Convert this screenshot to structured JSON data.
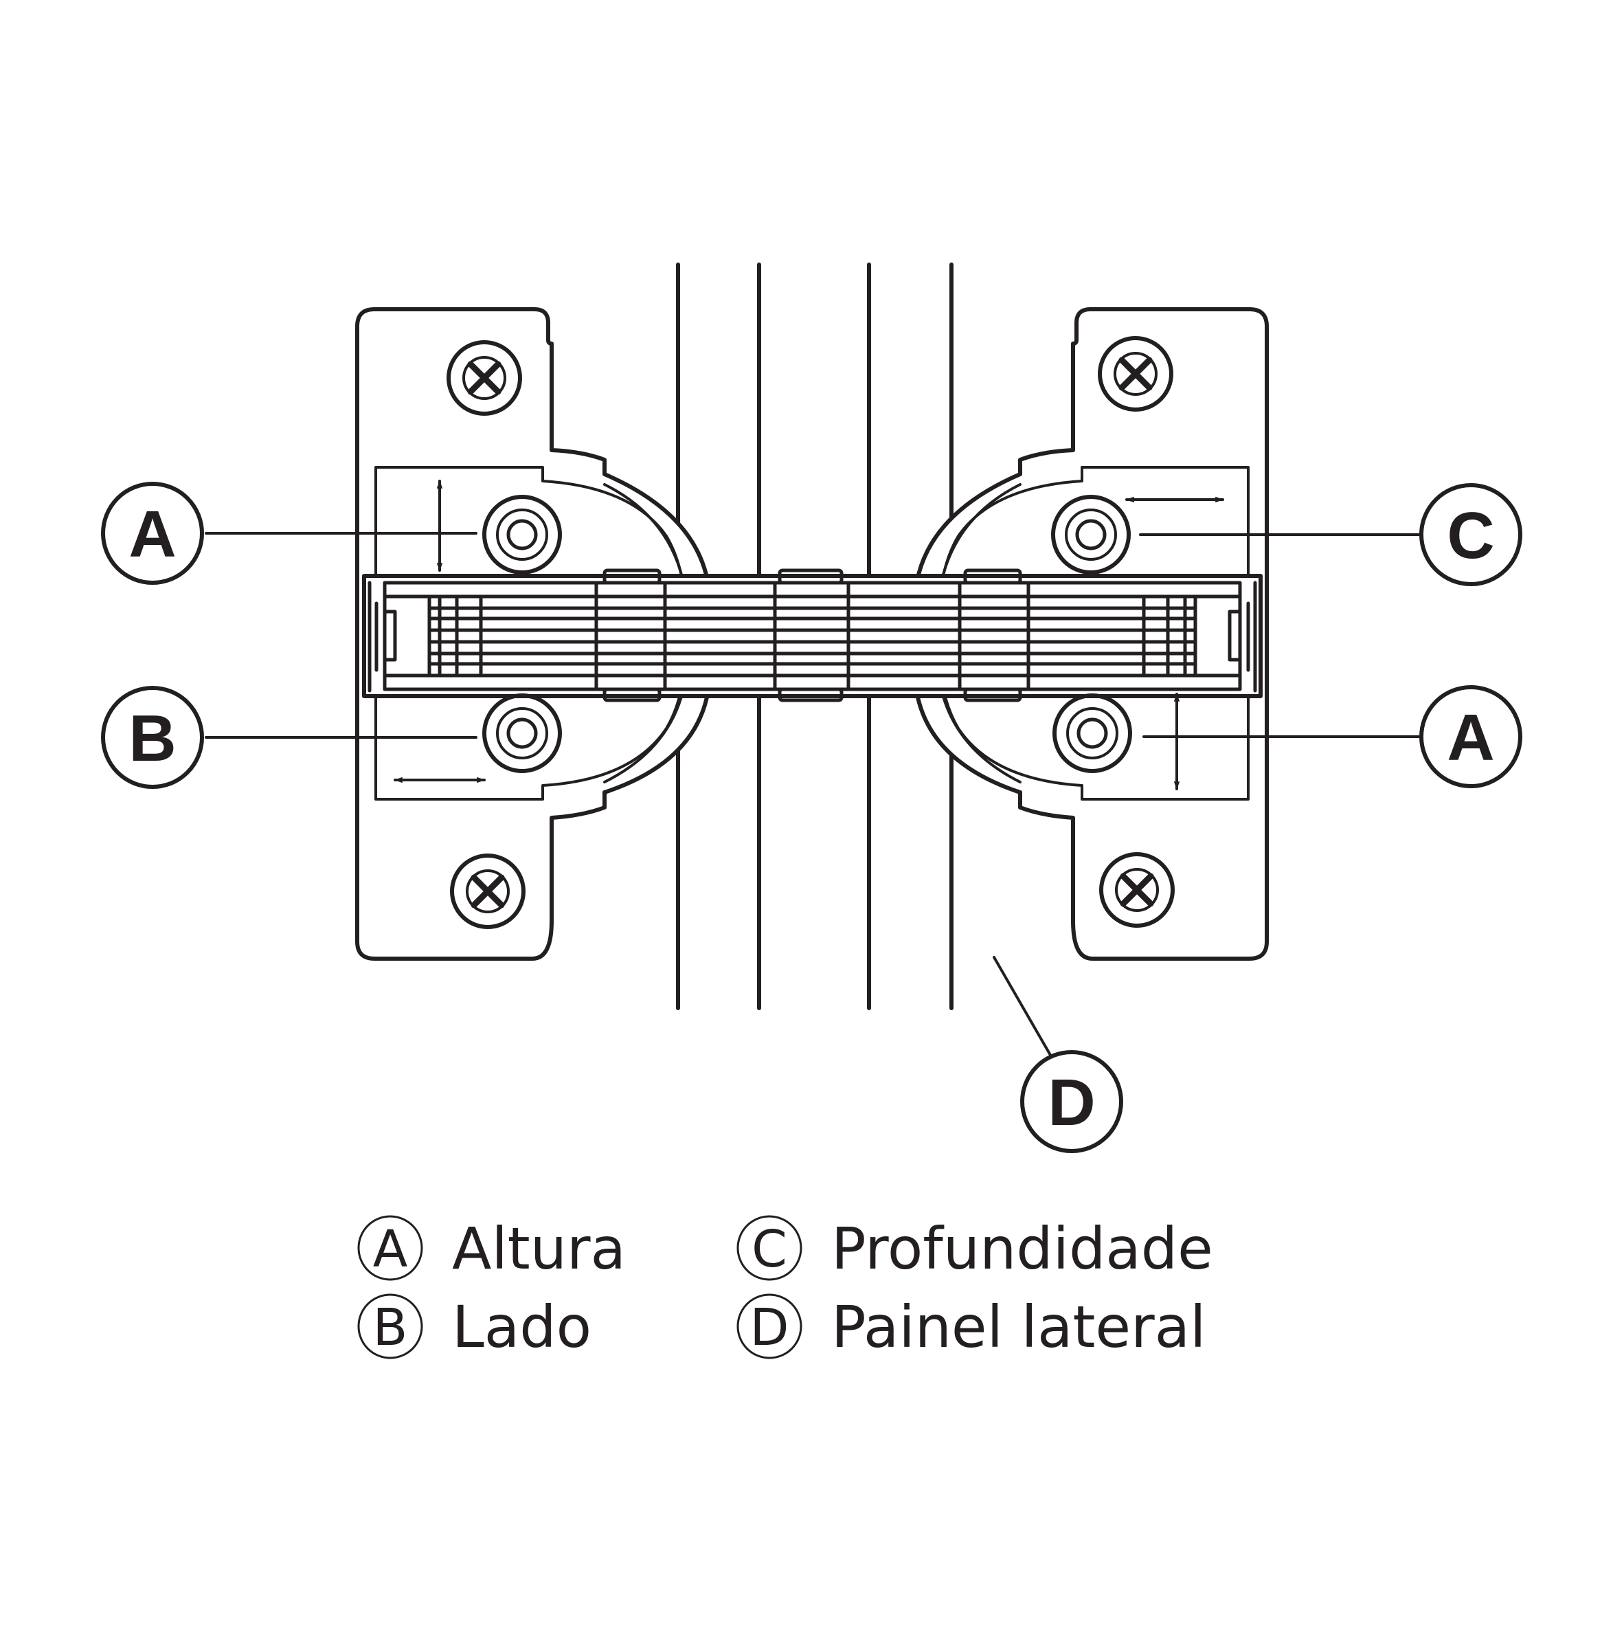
{
  "callouts": {
    "a_top_left": "A",
    "b_left": "B",
    "c_right": "C",
    "a_bottom_right": "A",
    "d_bottom": "D"
  },
  "legend": {
    "a": {
      "letter": "A",
      "label": "Altura"
    },
    "b": {
      "letter": "B",
      "label": "Lado"
    },
    "c": {
      "letter": "C",
      "label": "Profundidade"
    },
    "d": {
      "letter": "D",
      "label": "Painel lateral"
    }
  },
  "colors": {
    "ink": "#231f20",
    "background": "#ffffff"
  },
  "icons": [
    "screw-icon",
    "adjustment-cam-icon",
    "double-arrow-icon"
  ]
}
